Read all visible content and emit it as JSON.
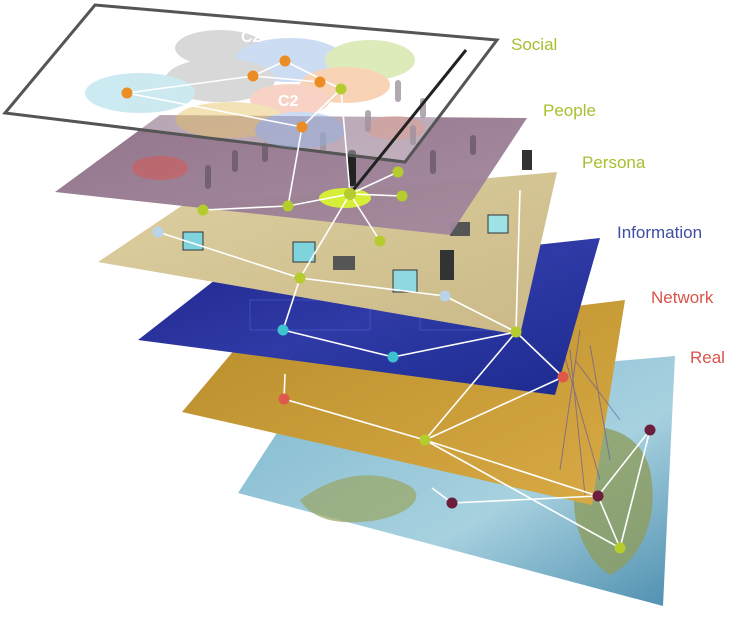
{
  "layers": [
    {
      "id": "social",
      "label": "Social",
      "color": "#a8bf2e"
    },
    {
      "id": "people",
      "label": "People",
      "color": "#a8bf2e"
    },
    {
      "id": "persona",
      "label": "Persona",
      "color": "#a8bf2e"
    },
    {
      "id": "information",
      "label": "Information",
      "color": "#3f4ea3"
    },
    {
      "id": "network",
      "label": "Network",
      "color": "#d9544a"
    },
    {
      "id": "real",
      "label": "Real",
      "color": "#d9544a"
    }
  ],
  "community_labels": [
    "C2",
    "C2"
  ],
  "colors": {
    "social_node": "#ec8c25",
    "people_node": "#b5cc2e",
    "persona_node": "#b9d3e8",
    "information_node": "#3fc2cf",
    "network_node": "#e0574c",
    "real_node": "#6b1f3c",
    "edge": "#ffffff"
  }
}
